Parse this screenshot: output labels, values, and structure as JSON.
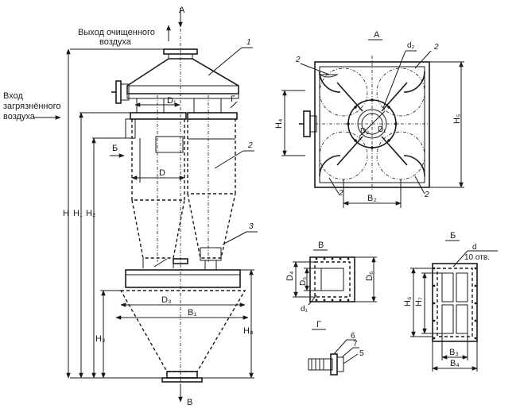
{
  "labels": {
    "outlet_title_1": "Выход очищенного",
    "outlet_title_2": "воздуха",
    "inlet_title_1": "Вход",
    "inlet_title_2": "загрязнённого",
    "inlet_title_3": "воздуха",
    "view_a_arrow": "А",
    "view_b_arrow": "Б",
    "view_v_arrow": "В",
    "callout_1": "1",
    "callout_2": "2",
    "callout_3": "3",
    "callout_g": "Г",
    "dim_H": "H",
    "dim_H1": "H₁",
    "dim_H2": "H₂",
    "dim_H3": "H₃",
    "dim_H8": "H₈",
    "dim_D": "D",
    "dim_D1": "D₁",
    "dim_D3": "D₃",
    "dim_B1": "B₁",
    "view_A_title": "А",
    "view_A_d2": "d₂",
    "view_A_2a": "2",
    "view_A_2b": "2",
    "view_A_2c": "2",
    "view_A_2d": "2",
    "view_A_H4": "H₄",
    "view_A_H5": "H₅",
    "view_A_B2": "B₂",
    "view_A_D1": "D₁",
    "view_A_D2": "D₂",
    "view_V_title": "В",
    "view_V_D4": "D₄",
    "view_V_D5": "D₅",
    "view_V_D6": "D₆",
    "view_V_d1": "d₁",
    "view_B_title": "Б",
    "view_B_d": "d",
    "view_B_holes": "10 отв.",
    "view_B_H6": "H₆",
    "view_B_H7": "H₇",
    "view_B_B3": "B₃",
    "view_B_B4": "B₄",
    "view_G_title": "Г",
    "view_G_6": "6",
    "view_G_7": "7",
    "view_G_5": "5"
  }
}
